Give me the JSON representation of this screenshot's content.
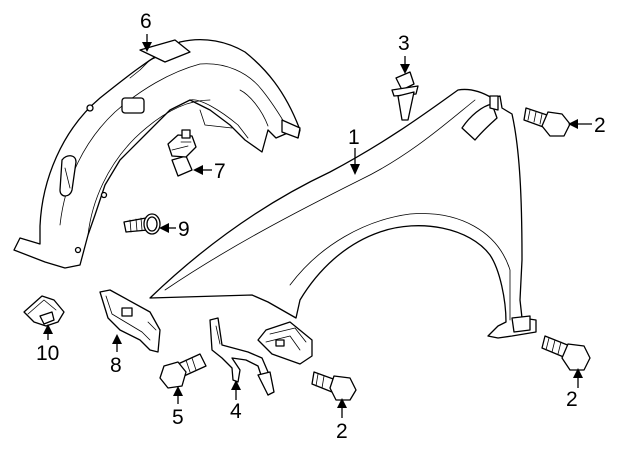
{
  "callouts": [
    {
      "id": "c1",
      "label": "1"
    },
    {
      "id": "c2a",
      "label": "2"
    },
    {
      "id": "c2b",
      "label": "2"
    },
    {
      "id": "c2c",
      "label": "2"
    },
    {
      "id": "c3",
      "label": "3"
    },
    {
      "id": "c4",
      "label": "4"
    },
    {
      "id": "c5",
      "label": "5"
    },
    {
      "id": "c6",
      "label": "6"
    },
    {
      "id": "c7",
      "label": "7"
    },
    {
      "id": "c8",
      "label": "8"
    },
    {
      "id": "c9",
      "label": "9"
    },
    {
      "id": "c10",
      "label": "10"
    }
  ],
  "colors": {
    "line": "#000000",
    "background": "#ffffff"
  }
}
